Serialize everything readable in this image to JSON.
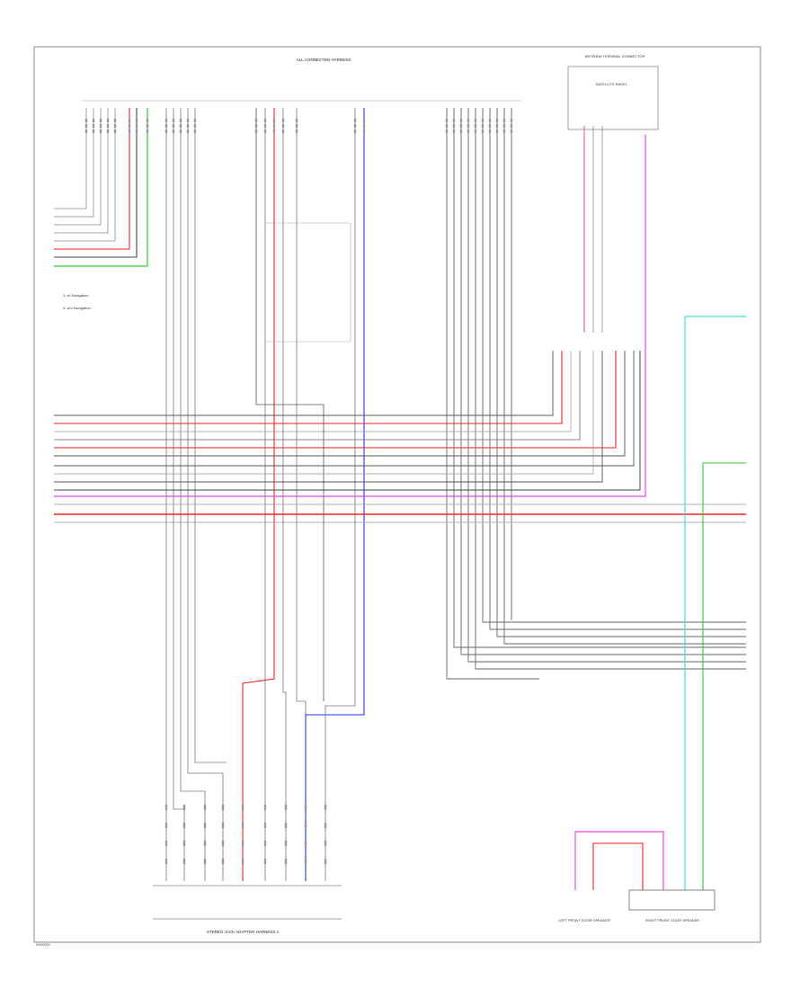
{
  "diagram": {
    "top_harness_title": "ALL CONNECTED HARNESS",
    "right_top_box_label": "ANTENNA TERMINAL CONNECTOR",
    "right_top_box_inner": "SATELLITE RADIO",
    "bottom_harness_title": "STEREO JACK ADAPTER HARNESS 1",
    "left_speaker_label": "LEFT FRONT DOOR SPEAKER",
    "right_speaker_label": "RIGHT FRONT DOOR SPEAKER",
    "footer_code": "00000000",
    "legend": [
      "1: w/ Navigation",
      "2: w/o Navigation"
    ],
    "wire_colors": {
      "black": "#555555",
      "red": "#ee2222",
      "blue": "#2233ee",
      "green": "#33cc33",
      "pink": "#ee44ee",
      "cyan": "#44dddd",
      "gray": "#999999"
    }
  }
}
